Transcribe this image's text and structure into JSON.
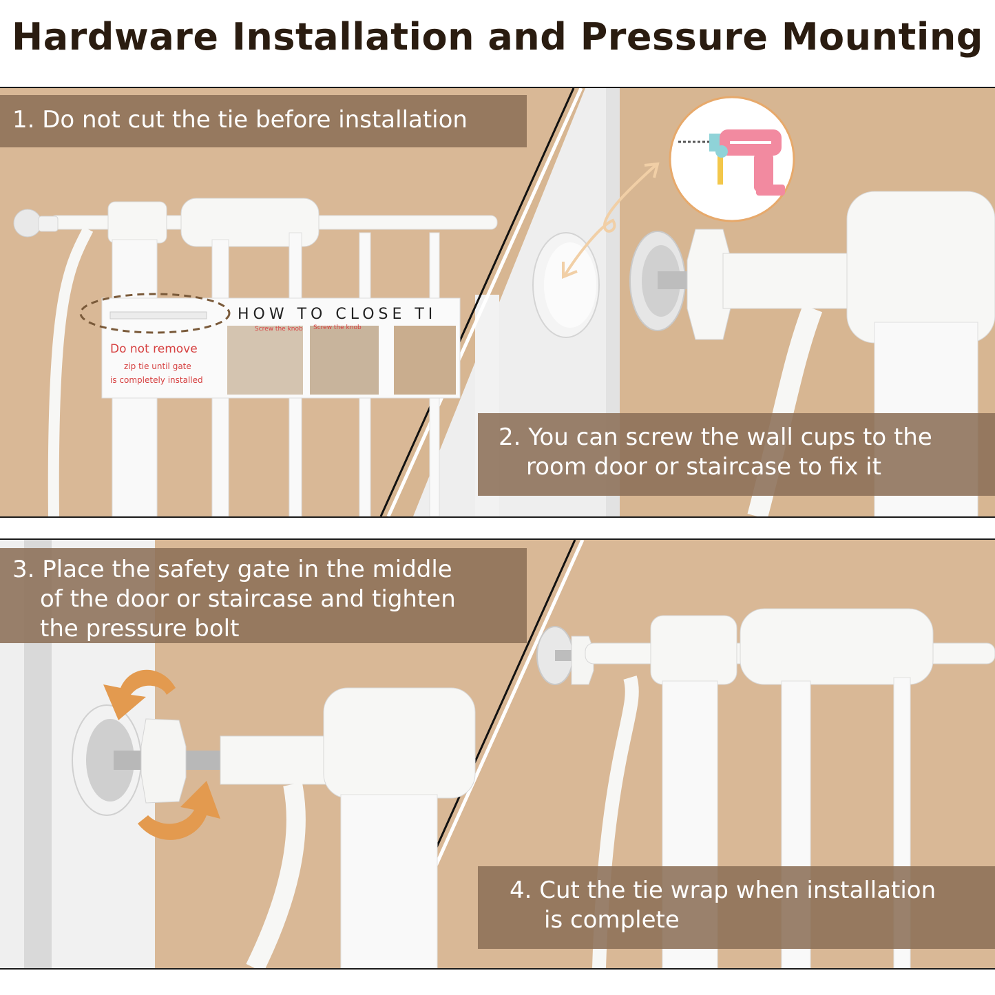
{
  "title": "Hardware Installation and Pressure Mounting",
  "steps": [
    {
      "line1": "1. Do not cut the tie before installation"
    },
    {
      "line1": "2. You can screw the wall cups to the",
      "line2": "room door or staircase to fix it"
    },
    {
      "line1": "3. Place the safety gate in the middle",
      "line2": "of the door or staircase and tighten",
      "line3": "the pressure bolt"
    },
    {
      "line1": "4. Cut the tie wrap when installation",
      "line2": "is complete"
    }
  ],
  "label_card": {
    "heading": "HOW TO CLOSE TI",
    "warning": "Do not remove",
    "note1": "zip tie until gate",
    "note2": "is completely installed",
    "thumb1": "Screw the knob",
    "thumb2": "Screw the knob"
  },
  "icons": [
    "drill-icon",
    "curved-arrow-icon",
    "rotate-arrows-icon"
  ],
  "colors": {
    "background": "#d9b896",
    "caption_overlay": "#8c7058",
    "gate": "#f7f7f5",
    "accent_orange": "#e39a4f",
    "drill_pink": "#f28aa0"
  }
}
